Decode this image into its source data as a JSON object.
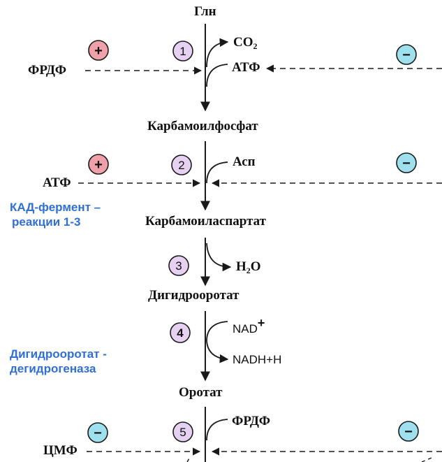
{
  "metabolites": {
    "gln": "Глн",
    "carbamoyl_phosphate": "Карбамоилфосфат",
    "carbamoyl_aspartate": "Карбамоиласпартат",
    "dihydroorotate": "Дигидрооротат",
    "orotate": "Оротат"
  },
  "cosubstrates": {
    "co2": "CO",
    "co2_sub": "2",
    "atp_1": "АТФ",
    "asp": "Асп",
    "h2o_h": "H",
    "h2o_sub": "2",
    "h2o_o": "O",
    "nad": "NAD",
    "nad_sup": "+",
    "nadh": "NADH+H",
    "frdf_5": "ФРДФ"
  },
  "regulators": {
    "frdf": "ФРДФ",
    "atp_2": "АТФ",
    "cmp": "ЦМФ",
    "plus": "+",
    "minus": "−"
  },
  "steps": [
    "1",
    "2",
    "3",
    "4",
    "5"
  ],
  "enzymes": {
    "cad_line1": "КАД-фермент –",
    "cad_line2": "реакции 1-3",
    "dhodh_line1": "Дигидрооротат -",
    "dhodh_line2": "дегидрогеназа"
  },
  "colors": {
    "plus_fill": "#f0a0a8",
    "minus_fill": "#9fe0ef",
    "step_fill": "#e7d1f2",
    "line": "#1a1a1a",
    "enzyme_text": "#2f6fd6"
  }
}
